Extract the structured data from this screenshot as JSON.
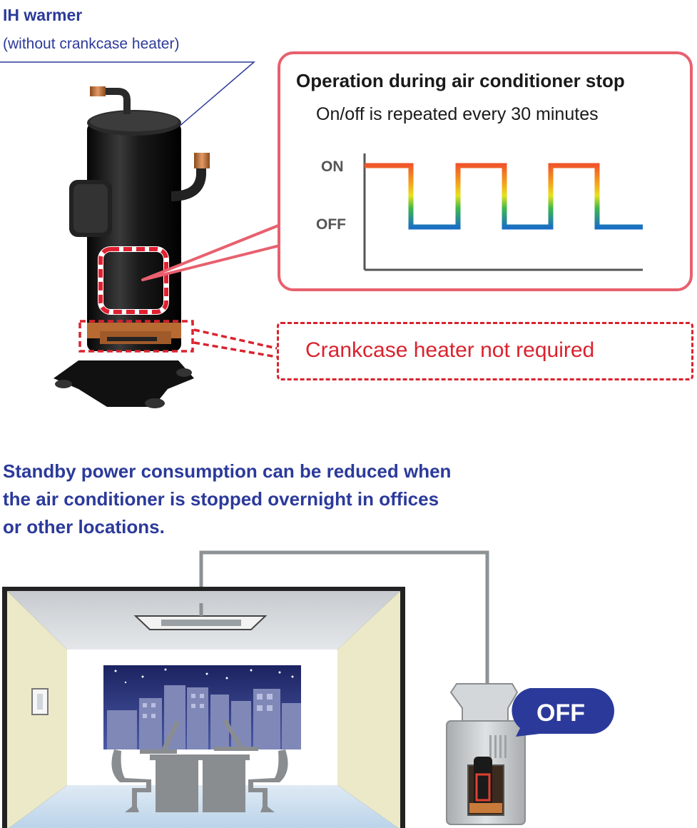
{
  "labels": {
    "ih_warmer": "IH warmer",
    "ih_warmer_sub": "(without crankcase heater)",
    "callout_title": "Operation during air conditioner stop",
    "callout_subtitle": "On/off is repeated every 30 minutes",
    "on": "ON",
    "off": "OFF",
    "crankcase": "Crankcase heater not required",
    "standby_line1": "Standby power consumption can be reduced when",
    "standby_line2": "the air conditioner is stopped overnight in offices",
    "standby_line3": "or other locations.",
    "outdoor_status": "OFF"
  },
  "colors": {
    "title_blue": "#2b3a9a",
    "callout_pink": "#e8606e",
    "alert_red": "#d9232e",
    "on_orange": "#f0522a",
    "off_blue": "#1a6fc4",
    "bubble_blue": "#2b3a9a"
  }
}
